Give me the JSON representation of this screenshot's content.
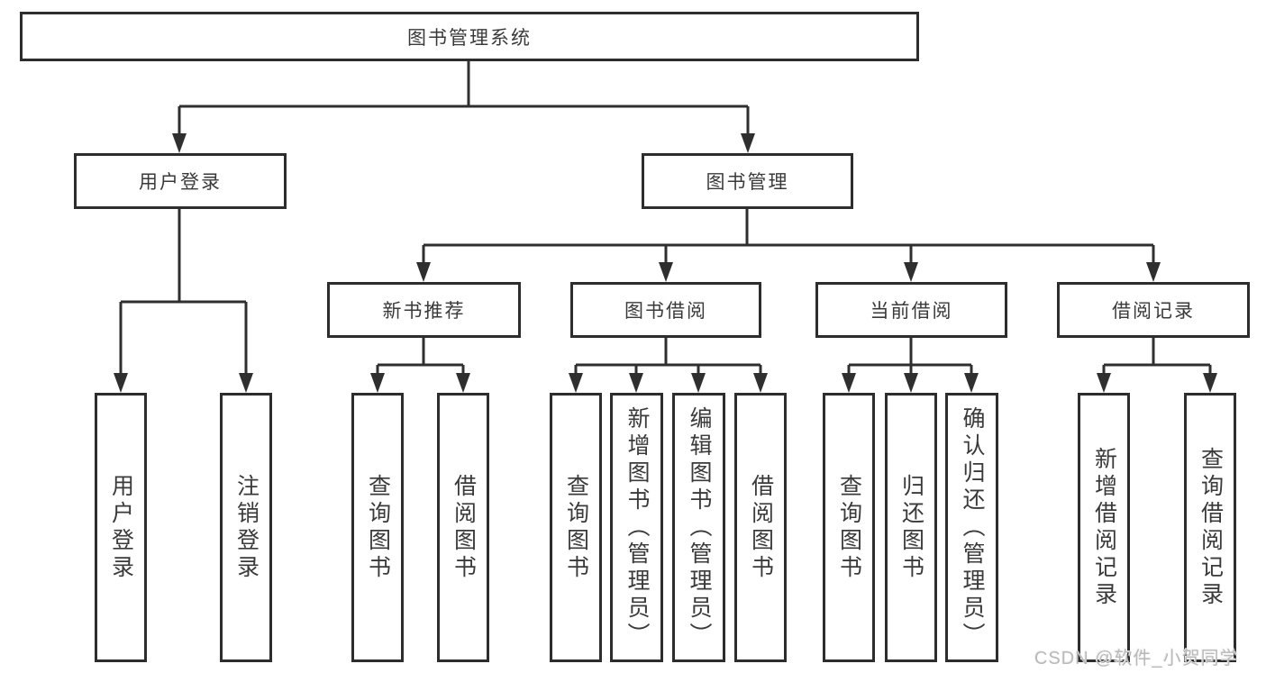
{
  "diagram": {
    "root": "图书管理系统",
    "branches": [
      {
        "label": "用户登录",
        "children": [
          "用户登录",
          "注销登录"
        ]
      },
      {
        "label": "图书管理",
        "sections": [
          {
            "label": "新书推荐",
            "children": [
              "查询图书",
              "借阅图书"
            ]
          },
          {
            "label": "图书借阅",
            "children": [
              "查询图书",
              "新增图书（管理员）",
              "编辑图书（管理员）",
              "借阅图书"
            ]
          },
          {
            "label": "当前借阅",
            "children": [
              "查询图书",
              "归还图书",
              "确认归还（管理员）"
            ]
          },
          {
            "label": "借阅记录",
            "children": [
              "新增借阅记录",
              "查询借阅记录"
            ]
          }
        ]
      }
    ]
  },
  "watermark": "CSDN @软件_小贺同学",
  "colors": {
    "line": "#2f2f2f",
    "box_border": "#2d2d2d",
    "text": "#3a3a3a",
    "watermark": "#b9b9b9",
    "background": "#ffffff"
  }
}
